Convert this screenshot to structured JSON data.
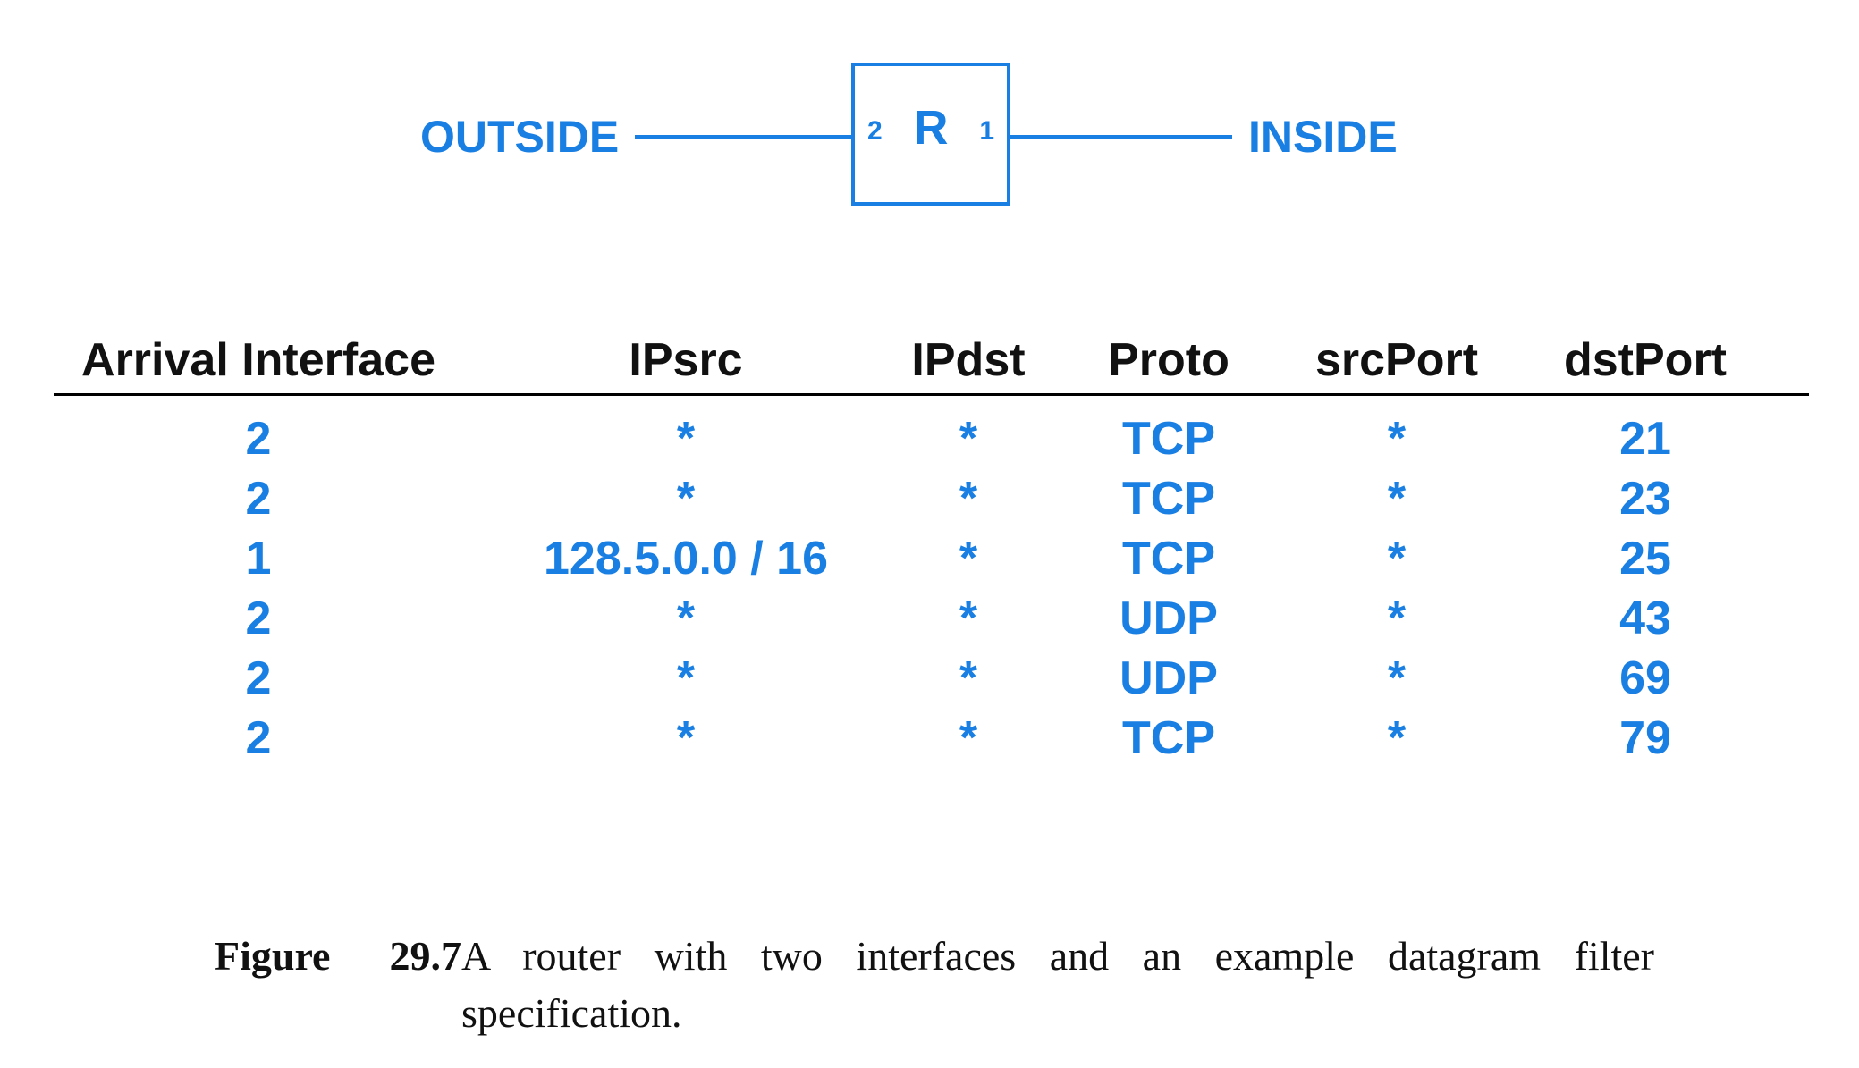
{
  "diagram": {
    "outside_label": "OUTSIDE",
    "inside_label": "INSIDE",
    "router_name": "R",
    "left_port": "2",
    "right_port": "1"
  },
  "table": {
    "headers": [
      "Arrival Interface",
      "IPsrc",
      "IPdst",
      "Proto",
      "srcPort",
      "dstPort"
    ],
    "rows": [
      [
        "2",
        "*",
        "*",
        "TCP",
        "*",
        "21"
      ],
      [
        "2",
        "*",
        "*",
        "TCP",
        "*",
        "23"
      ],
      [
        "1",
        "128.5.0.0 / 16",
        "*",
        "TCP",
        "*",
        "25"
      ],
      [
        "2",
        "*",
        "*",
        "UDP",
        "*",
        "43"
      ],
      [
        "2",
        "*",
        "*",
        "UDP",
        "*",
        "69"
      ],
      [
        "2",
        "*",
        "*",
        "TCP",
        "*",
        "79"
      ]
    ]
  },
  "caption": {
    "label": "Figure 29.7",
    "line1": "A router with two interfaces and an example datagram filter",
    "line2": "specification."
  },
  "colors": {
    "accent": "#1a7fe3",
    "text": "#111111"
  }
}
